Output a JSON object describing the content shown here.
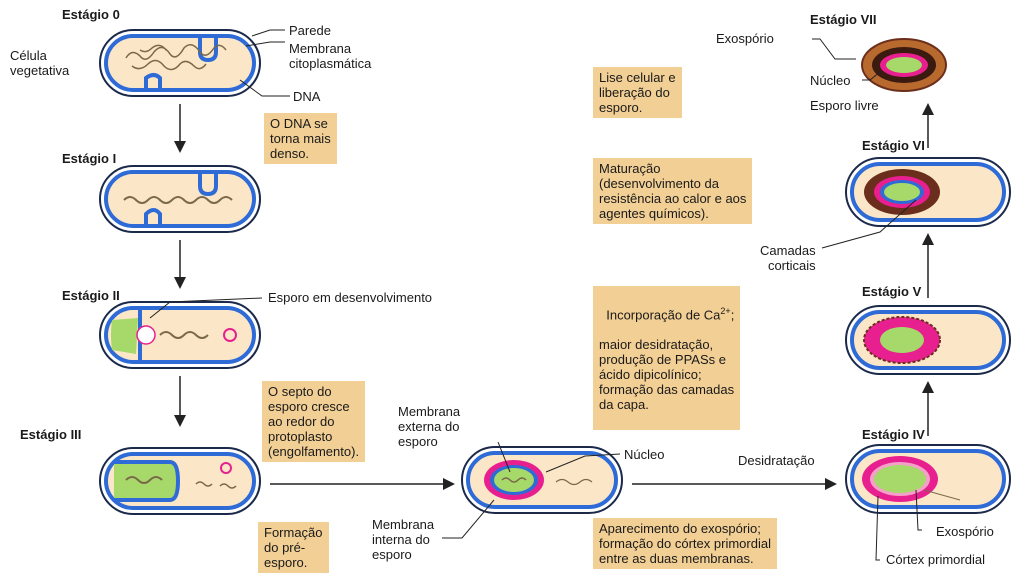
{
  "stages": {
    "s0": "Estágio 0",
    "s1": "Estágio I",
    "s2": "Estágio II",
    "s3": "Estágio III",
    "s4": "Estágio IV",
    "s5": "Estágio V",
    "s6": "Estágio VI",
    "s7": "Estágio VII"
  },
  "labels": {
    "celula": "Célula\nvegetativa",
    "parede": "Parede",
    "membrana_cito": "Membrana\ncitoplasmática",
    "dna": "DNA",
    "esporo_desenv": "Esporo em desenvolvimento",
    "membrana_externa": "Membrana\nexterna do\nesporo",
    "membrana_interna": "Membrana\ninterna do\nesporo",
    "nucleo_mid": "Núcleo",
    "desidratacao": "Desidratação",
    "exosporio_iv": "Exospório",
    "cortex": "Córtex primordial",
    "camadas": "Camadas\ncorticais",
    "exosporio_vii": "Exospório",
    "nucleo_vii": "Núcleo",
    "esporo_livre": "Esporo livre"
  },
  "notes": {
    "dna_denso": "O DNA se\ntorna mais\ndenso.",
    "septo": "O septo do\nesporo cresce\nao redor do\nprotoplasto\n(engolfamento).",
    "formacao": "Formação\ndo pré-\nesporo.",
    "aparecimento": "Aparecimento do exospório;\nformação do córtex primordial\nentre as duas membranas.",
    "ca_line1": "Incorporação de Ca",
    "ca_sup": "2+",
    "ca_line1_end": ";",
    "ca_rest": "maior desidratação,\nprodução de PPASs e\nácido dipicolínico;\nformação das camadas\nda capa.",
    "maturacao": "Maturação\n(desenvolvimento da\nresistência ao calor e aos\nagentes químicos).",
    "lise": "Lise celular e\nliberação do\nesporo."
  },
  "colors": {
    "cell_fill": "#fbe7c8",
    "membrane": "#2e6bd6",
    "wall": "#1b2a4a",
    "spore_green": "#a6d86a",
    "magenta": "#e8208f",
    "note_bg": "#f2cf95",
    "dark_coat": "#6b2e1c"
  }
}
